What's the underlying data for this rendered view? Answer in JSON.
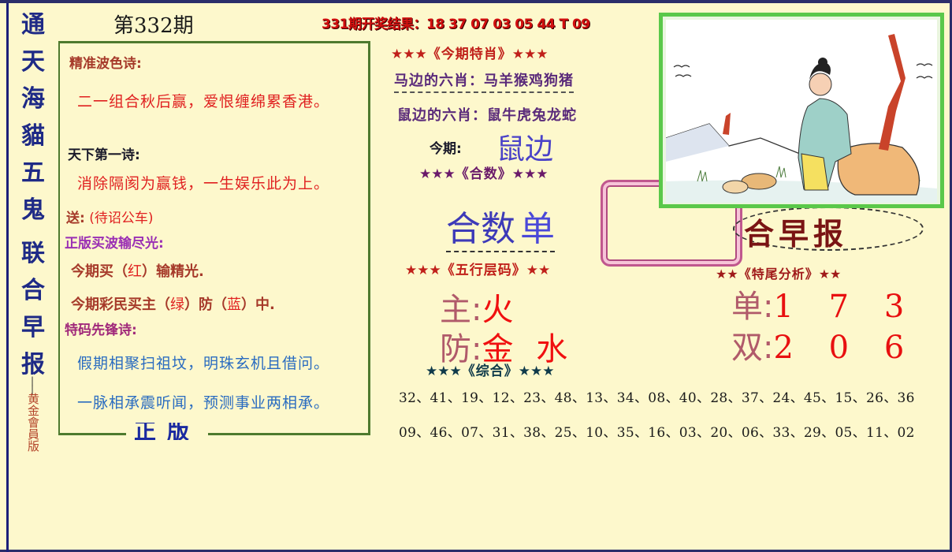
{
  "masthead": {
    "vertical_title": [
      "通",
      "天",
      "海",
      "貓",
      "五",
      "鬼",
      "联",
      "合",
      "早",
      "报"
    ],
    "vertical_subtitle": "黄金會員版",
    "issue_prefix": "第",
    "issue_number": "332",
    "issue_suffix": "期"
  },
  "result_bar": {
    "text": "331期开奖结果：18 37 07 03 05 44 T 09"
  },
  "poem_box": {
    "wave_color_poem": {
      "label": "精准波色诗:",
      "line": "二一组合秋后赢，爱恨缠绵累香港。"
    },
    "top_poem": {
      "label": "天下第一诗:",
      "line": "消除隔阂为赢钱，一生娱乐此为上。"
    },
    "gift": {
      "label": "送:",
      "value": "(待诏公车)"
    },
    "wave_section": {
      "label": "正版买波输尽光:",
      "line1_prefix": "今期买（",
      "line1_color": "红",
      "line1_suffix": "）输精光.",
      "line2_prefix": "今期彩民买主（",
      "line2_main": "绿",
      "line2_mid": "）防（",
      "line2_guard": "蓝",
      "line2_suffix": "）中."
    },
    "pioneer_poem": {
      "label": "特码先锋诗:",
      "line1": "假期相聚扫祖坟，明珠玄机且借问。",
      "line2": "一脉相承震听闻，预测事业两相承。"
    },
    "seal_text": "正版"
  },
  "zodiac_section": {
    "header_stars_left": "★★★",
    "header": "《今期特肖》",
    "header_stars_right": "★★★",
    "horse_side": "马边的六肖：马羊猴鸡狗猪",
    "rat_side": "鼠边的六肖：鼠牛虎兔龙蛇",
    "this_period_label": "今期:",
    "this_period_value": "鼠边"
  },
  "sum_section": {
    "header_stars_left": "★★★",
    "header": "《合数》",
    "header_stars_right": "★★★",
    "label": "合数",
    "value": "单"
  },
  "five_elements": {
    "header_stars_left": "★★★",
    "header": "《五行层码》",
    "header_stars_right": "★★",
    "main_label": "主:",
    "main_value": "火",
    "guard_label": "防:",
    "guard_value": "金 水"
  },
  "brand": {
    "text": "合早报"
  },
  "tail_analysis": {
    "header_stars_left": "★★",
    "header": "《特尾分析》",
    "header_stars_right": "★★",
    "odd_label": "单:",
    "odd_values": "1 7 3",
    "even_label": "双:",
    "even_values": "2 0 6"
  },
  "composite": {
    "header_stars_left": "★★★",
    "header": "《综合》",
    "header_stars_right": "★★★",
    "row1": [
      "32",
      "41",
      "19",
      "12",
      "23",
      "48",
      "13",
      "34",
      "08",
      "40",
      "28",
      "37",
      "24",
      "45",
      "15",
      "26",
      "36"
    ],
    "row2": [
      "09",
      "46",
      "07",
      "31",
      "38",
      "25",
      "10",
      "35",
      "16",
      "03",
      "20",
      "06",
      "33",
      "29",
      "05",
      "11",
      "02"
    ],
    "row1_text": "32、41、19、12、23、48、13、34、08、40、28、37、24、45、15、26、36",
    "row2_text": "09、46、07、31、38、25、10、35、16、03、20、06、33、29、05、11、02"
  },
  "illustration": {
    "subject": "scholar-sitting-by-rock-illustration"
  },
  "colors": {
    "background": "#fdf8cc",
    "masthead_blue": "#1e2a86",
    "accent_red": "#e02020",
    "frame_green": "#5ac84a",
    "poem_blue": "#2a6cc0",
    "zodiac_purple": "#5a2a7a"
  }
}
